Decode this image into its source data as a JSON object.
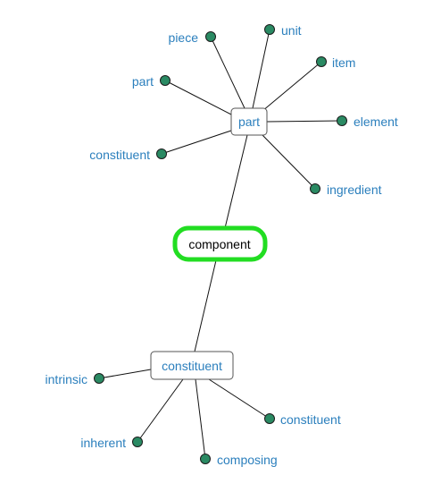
{
  "graph": {
    "center": {
      "label": "component"
    },
    "hubs": [
      {
        "label": "part",
        "leaves": [
          "piece",
          "unit",
          "item",
          "part",
          "element",
          "constituent",
          "ingredient"
        ]
      },
      {
        "label": "constituent",
        "leaves": [
          "intrinsic",
          "inherent",
          "composing",
          "constituent"
        ]
      }
    ],
    "colors": {
      "link_text": "#2b7fbd",
      "leaf_dot": "#2a8a63",
      "center_border": "#22dd22",
      "edge": "#111111"
    }
  }
}
